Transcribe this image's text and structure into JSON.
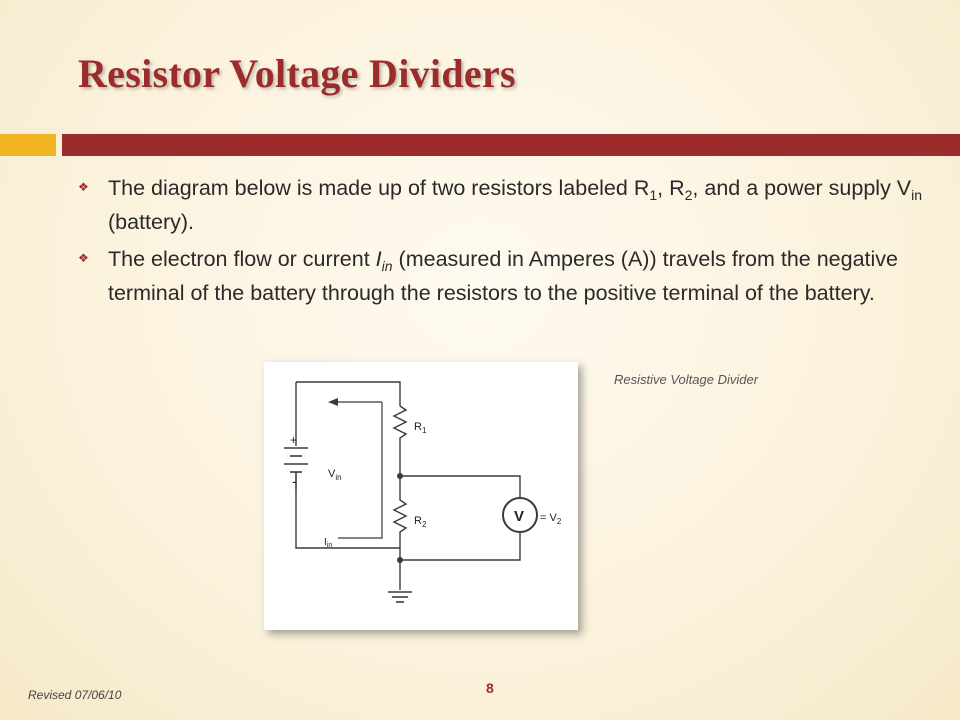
{
  "slide": {
    "title": "Resistor Voltage Dividers",
    "bullets": [
      {
        "pre": "The diagram below is made up of two resistors labeled R",
        "sub1": "1",
        "mid1": ", R",
        "sub2": "2",
        "mid2": ", and a power supply V",
        "sub3": "in",
        "post": " (battery)."
      },
      {
        "pre": "The electron flow or current ",
        "italic": "I",
        "sub": "in",
        "post": " (measured in Amperes (A)) travels from the negative terminal of the battery through the resistors to the positive terminal of the battery."
      }
    ],
    "caption": "Resistive Voltage Divider",
    "figure": {
      "r1": "R",
      "r1_sub": "1",
      "r2": "R",
      "r2_sub": "2",
      "vin": "V",
      "vin_sub": "in",
      "iin": "I",
      "iin_sub": "in",
      "meter": "V",
      "v2": "= V",
      "v2_sub": "2",
      "plus": "+",
      "minus": "-"
    },
    "footer": {
      "revised": "Revised 07/06/10",
      "page_number": "8"
    }
  },
  "colors": {
    "accent_red": "#9c2b2b",
    "accent_gold": "#f2b521",
    "background": "#fdf5e2"
  }
}
